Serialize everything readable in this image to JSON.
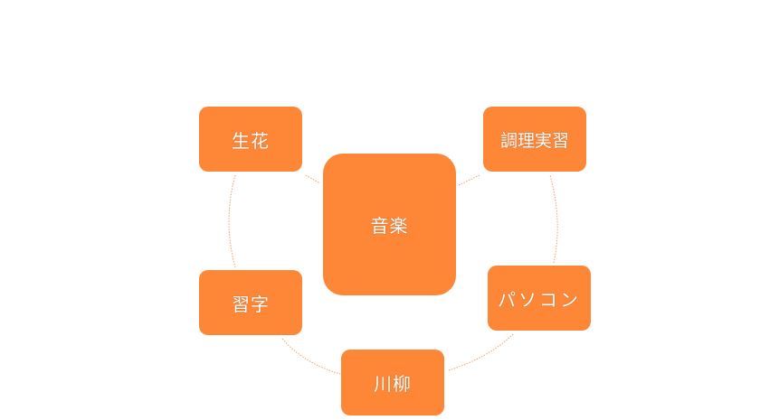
{
  "diagram": {
    "center": {
      "label": "音楽"
    },
    "nodes": [
      {
        "label": "生花"
      },
      {
        "label": "調理実習"
      },
      {
        "label": "習字"
      },
      {
        "label": "パソコン"
      },
      {
        "label": "川柳"
      }
    ]
  },
  "colors": {
    "node_fill": "#fd8637",
    "connector": "#f0a06a",
    "text": "#ffffff"
  }
}
